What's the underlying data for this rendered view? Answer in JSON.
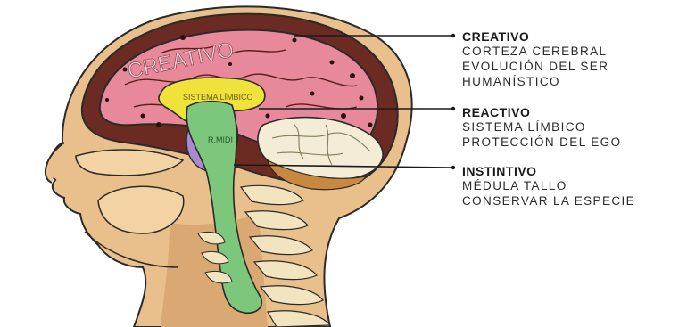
{
  "brain_labels": {
    "cortex": "CREATIVO",
    "limbic": "SISTEMA LÍMBICO",
    "stem": "R.MIDI"
  },
  "callouts": [
    {
      "title": "CREATIVO",
      "line1": "CORTEZA CEREBRAL",
      "line2": "EVOLUCIÓN DEL SER",
      "line3": "HUMANÍSTICO"
    },
    {
      "title": "REACTIVO",
      "line1": "SISTEMA LÍMBICO",
      "line2": "PROTECCIÓN DEL EGO"
    },
    {
      "title": "INSTINTIVO",
      "line1": "MÉDULA TALLO",
      "line2": "CONSERVAR LA ESPECIE"
    }
  ],
  "colors": {
    "skin": "#e9c08c",
    "skin_shadow": "#d9a873",
    "skull": "#6b2a22",
    "cortex": "#e7899a",
    "cortex_light": "#f3b4bf",
    "limbic": "#efe23a",
    "stem": "#7cc77b",
    "pons": "#a98bd1",
    "cerebellum": "#f3ecd6",
    "cerebellum_base": "#c9883f",
    "spine": "#f1e4bf",
    "outline": "#2a2a2a"
  }
}
